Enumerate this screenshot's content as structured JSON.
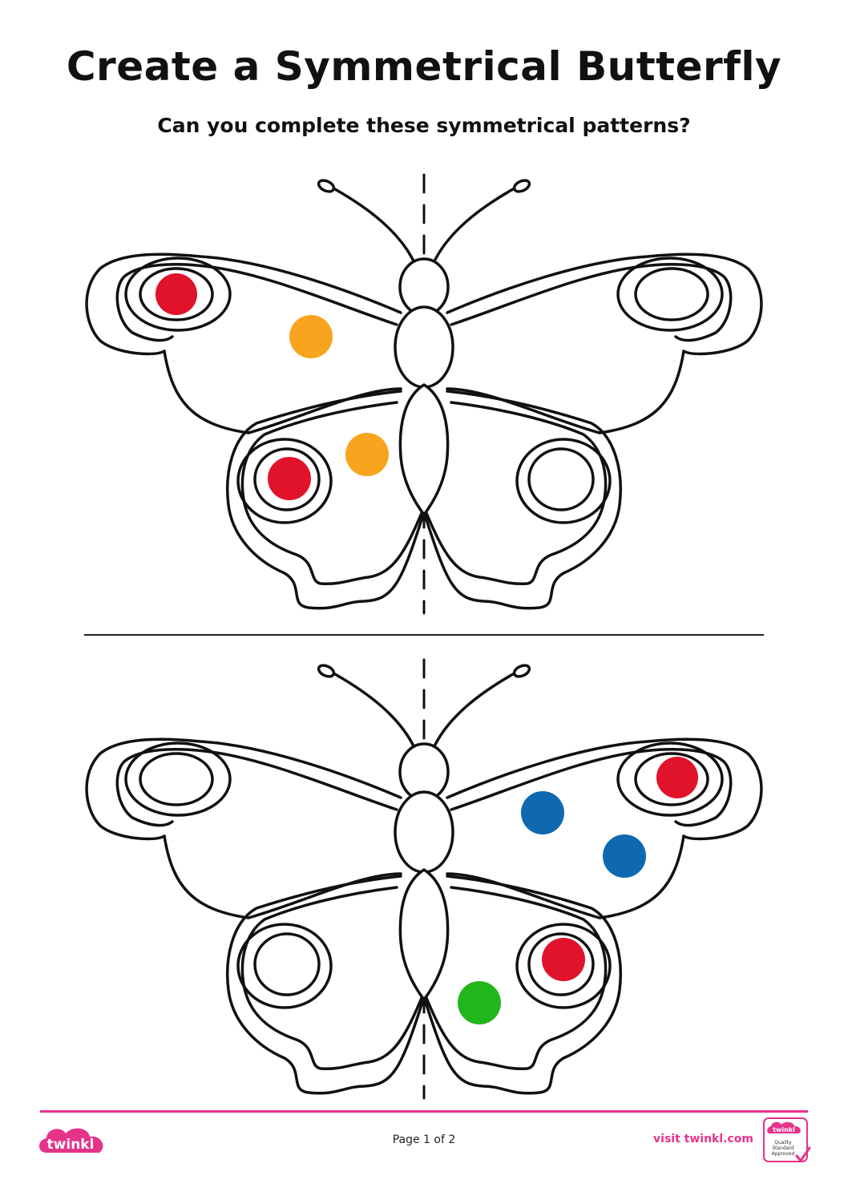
{
  "header": {
    "title": "Create a Symmetrical Butterfly",
    "subtitle": "Can you complete these symmetrical patterns?"
  },
  "footer": {
    "brand": "twinkl",
    "page_label": "Page 1 of 2",
    "visit_text": "visit twinkl.com",
    "badge_brand": "twinkl",
    "badge_caption": "Quality Standard Approved"
  },
  "colors": {
    "red": "#e0132a",
    "orange": "#f8a41e",
    "blue": "#0f69b0",
    "green": "#22b61d",
    "brand_pink": "#e6338a",
    "outline": "#111111"
  },
  "icons": [
    "twinkl-logo-icon",
    "quality-badge-icon"
  ]
}
